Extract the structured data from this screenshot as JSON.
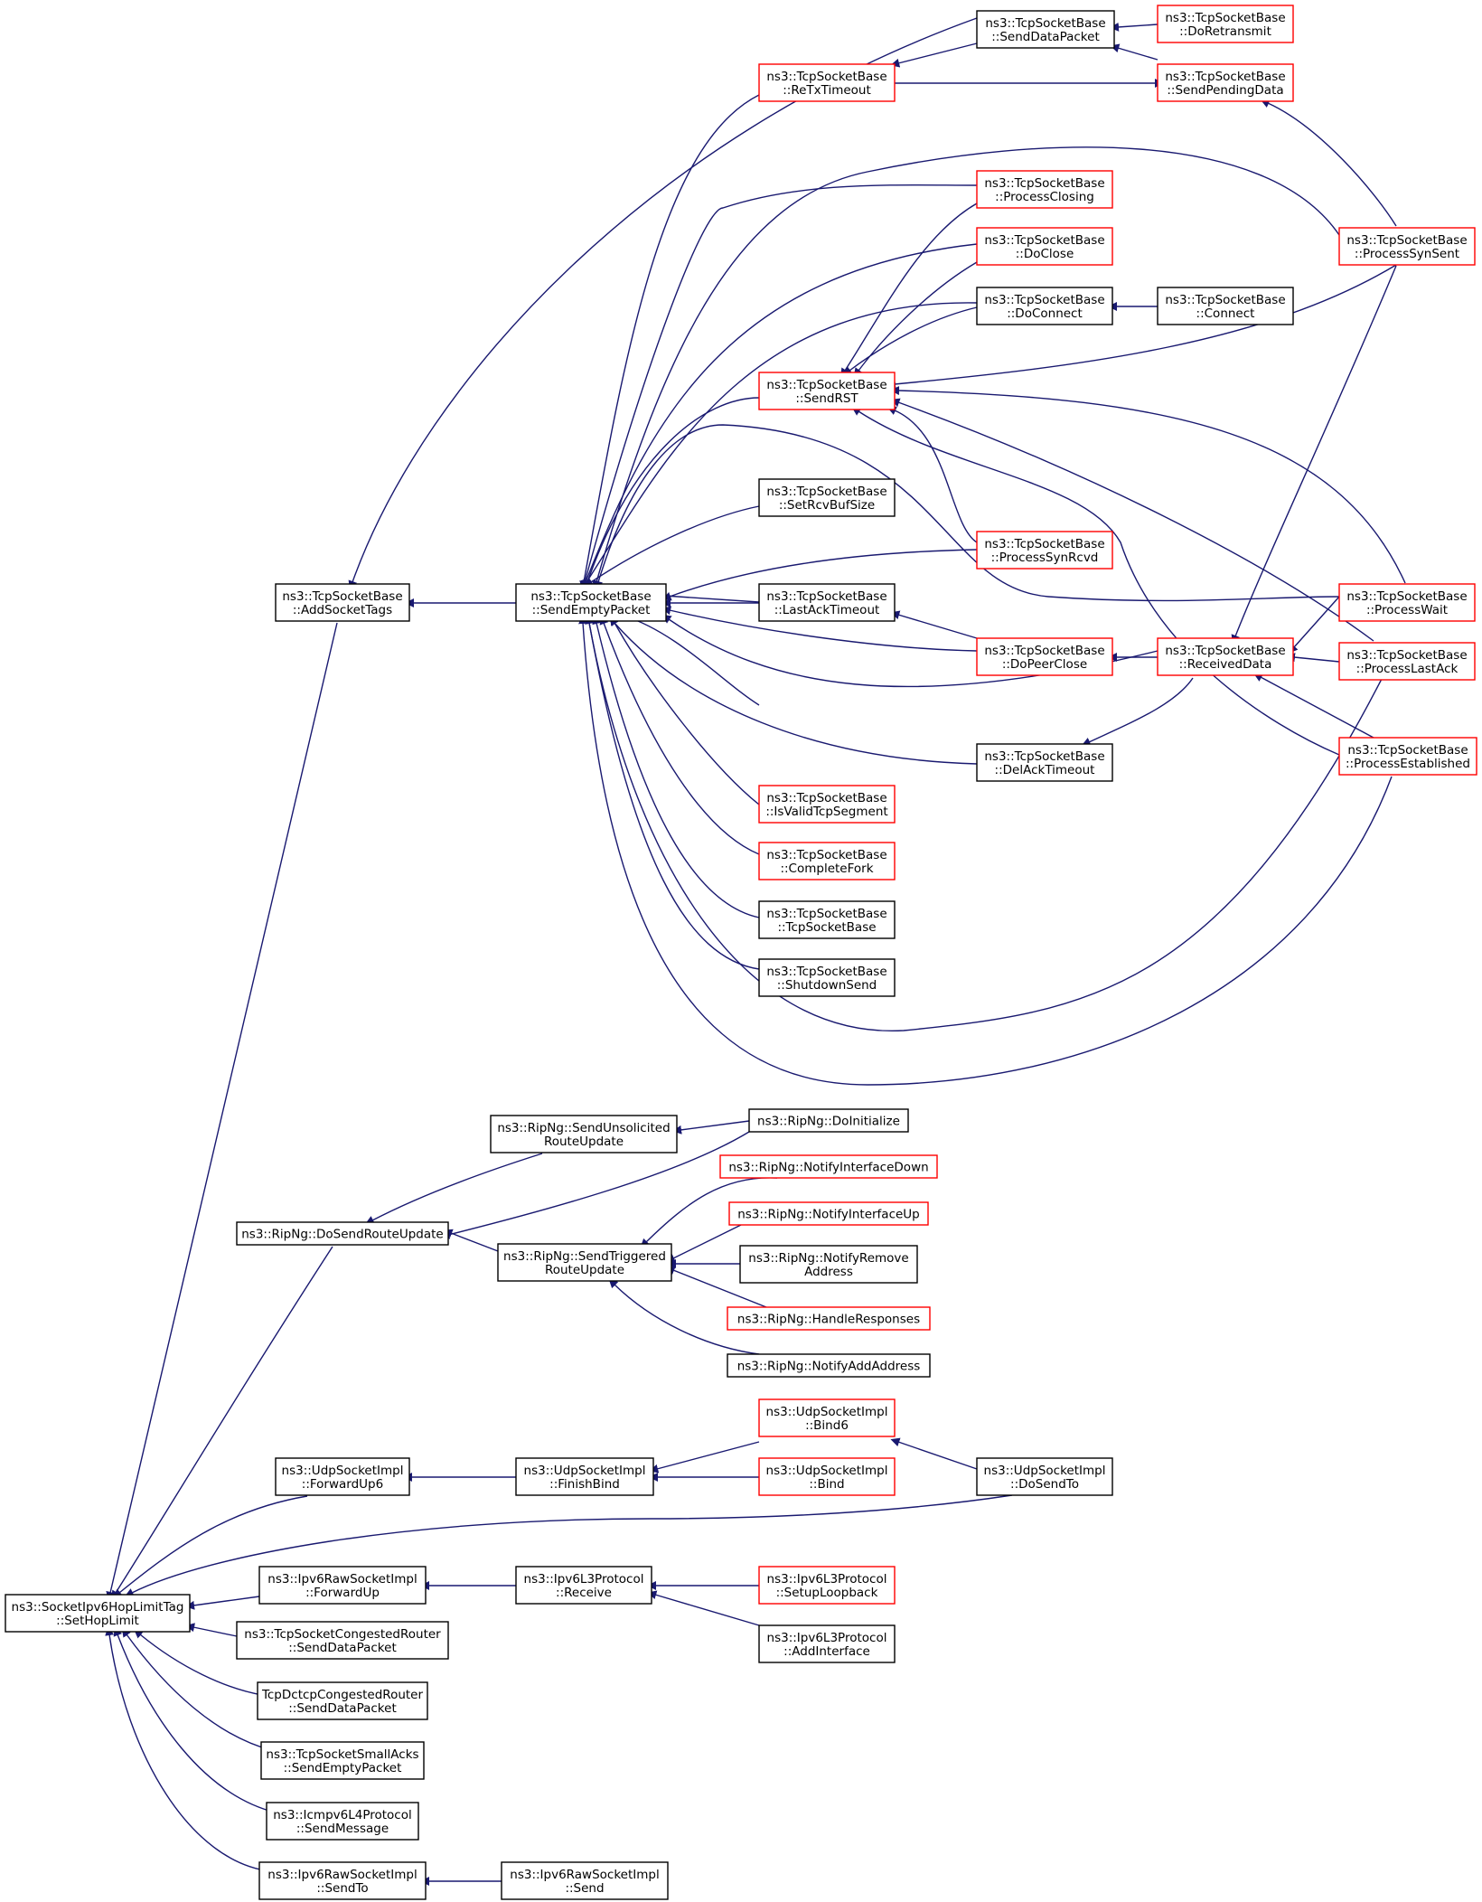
{
  "colors": {
    "edge": "#191970",
    "border_default": "#000000",
    "border_truncated": "#ff0000",
    "root_fill": "#bfbfbf",
    "text": "#000000",
    "background": "#ffffff"
  },
  "nodes": [
    {
      "id": "root",
      "lines": [
        "ns3::SocketIpv6HopLimitTag",
        "::SetHopLimit"
      ],
      "style": "root"
    },
    {
      "id": "addSocketTags",
      "lines": [
        "ns3::TcpSocketBase",
        "::AddSocketTags"
      ],
      "style": "default"
    },
    {
      "id": "ripDoSendRouteUpdate",
      "lines": [
        "ns3::RipNg::DoSendRouteUpdate"
      ],
      "style": "default"
    },
    {
      "id": "udpForwardUp6",
      "lines": [
        "ns3::UdpSocketImpl",
        "::ForwardUp6"
      ],
      "style": "default"
    },
    {
      "id": "ipv6RawForwardUp",
      "lines": [
        "ns3::Ipv6RawSocketImpl",
        "::ForwardUp"
      ],
      "style": "default"
    },
    {
      "id": "tcpCongestedRouterSend",
      "lines": [
        "ns3::TcpSocketCongestedRouter",
        "::SendDataPacket"
      ],
      "style": "default"
    },
    {
      "id": "tcpDctcpSend",
      "lines": [
        "TcpDctcpCongestedRouter",
        "::SendDataPacket"
      ],
      "style": "default"
    },
    {
      "id": "tcpSmallAcks",
      "lines": [
        "ns3::TcpSocketSmallAcks",
        "::SendEmptyPacket"
      ],
      "style": "default"
    },
    {
      "id": "icmpv6SendMessage",
      "lines": [
        "ns3::Icmpv6L4Protocol",
        "::SendMessage"
      ],
      "style": "default"
    },
    {
      "id": "ipv6RawSendTo",
      "lines": [
        "ns3::Ipv6RawSocketImpl",
        "::SendTo"
      ],
      "style": "default"
    },
    {
      "id": "sendEmptyPacket",
      "lines": [
        "ns3::TcpSocketBase",
        "::SendEmptyPacket"
      ],
      "style": "default"
    },
    {
      "id": "ripSendUnsolicited",
      "lines": [
        "ns3::RipNg::SendUnsolicited",
        "RouteUpdate"
      ],
      "style": "default"
    },
    {
      "id": "ripSendTriggered",
      "lines": [
        "ns3::RipNg::SendTriggered",
        "RouteUpdate"
      ],
      "style": "default"
    },
    {
      "id": "udpFinishBind",
      "lines": [
        "ns3::UdpSocketImpl",
        "::FinishBind"
      ],
      "style": "default"
    },
    {
      "id": "ipv6L3Receive",
      "lines": [
        "ns3::Ipv6L3Protocol",
        "::Receive"
      ],
      "style": "default"
    },
    {
      "id": "ipv6RawSend",
      "lines": [
        "ns3::Ipv6RawSocketImpl",
        "::Send"
      ],
      "style": "default"
    },
    {
      "id": "reTxTimeout",
      "lines": [
        "ns3::TcpSocketBase",
        "::ReTxTimeout"
      ],
      "style": "truncated"
    },
    {
      "id": "sendRST",
      "lines": [
        "ns3::TcpSocketBase",
        "::SendRST"
      ],
      "style": "truncated"
    },
    {
      "id": "setRcvBufSize",
      "lines": [
        "ns3::TcpSocketBase",
        "::SetRcvBufSize"
      ],
      "style": "default"
    },
    {
      "id": "lastAckTimeout",
      "lines": [
        "ns3::TcpSocketBase",
        "::LastAckTimeout"
      ],
      "style": "default"
    },
    {
      "id": "isValidTcpSegment",
      "lines": [
        "ns3::TcpSocketBase",
        "::IsValidTcpSegment"
      ],
      "style": "truncated"
    },
    {
      "id": "completeFork",
      "lines": [
        "ns3::TcpSocketBase",
        "::CompleteFork"
      ],
      "style": "truncated"
    },
    {
      "id": "tcpSocketBaseCtor",
      "lines": [
        "ns3::TcpSocketBase",
        "::TcpSocketBase"
      ],
      "style": "default"
    },
    {
      "id": "shutdownSend",
      "lines": [
        "ns3::TcpSocketBase",
        "::ShutdownSend"
      ],
      "style": "default"
    },
    {
      "id": "ripDoInitialize",
      "lines": [
        "ns3::RipNg::DoInitialize"
      ],
      "style": "default"
    },
    {
      "id": "ripNotifyInterfaceDown",
      "lines": [
        "ns3::RipNg::NotifyInterfaceDown"
      ],
      "style": "truncated"
    },
    {
      "id": "ripNotifyInterfaceUp",
      "lines": [
        "ns3::RipNg::NotifyInterfaceUp"
      ],
      "style": "truncated"
    },
    {
      "id": "ripNotifyRemoveAddress",
      "lines": [
        "ns3::RipNg::NotifyRemove",
        "Address"
      ],
      "style": "default"
    },
    {
      "id": "ripHandleResponses",
      "lines": [
        "ns3::RipNg::HandleResponses"
      ],
      "style": "truncated"
    },
    {
      "id": "ripNotifyAddAddress",
      "lines": [
        "ns3::RipNg::NotifyAddAddress"
      ],
      "style": "default"
    },
    {
      "id": "udpBind6",
      "lines": [
        "ns3::UdpSocketImpl",
        "::Bind6"
      ],
      "style": "truncated"
    },
    {
      "id": "udpBind",
      "lines": [
        "ns3::UdpSocketImpl",
        "::Bind"
      ],
      "style": "truncated"
    },
    {
      "id": "ipv6L3SetupLoopback",
      "lines": [
        "ns3::Ipv6L3Protocol",
        "::SetupLoopback"
      ],
      "style": "truncated"
    },
    {
      "id": "ipv6L3AddInterface",
      "lines": [
        "ns3::Ipv6L3Protocol",
        "::AddInterface"
      ],
      "style": "default"
    },
    {
      "id": "sendDataPacket",
      "lines": [
        "ns3::TcpSocketBase",
        "::SendDataPacket"
      ],
      "style": "default"
    },
    {
      "id": "processClosing",
      "lines": [
        "ns3::TcpSocketBase",
        "::ProcessClosing"
      ],
      "style": "truncated"
    },
    {
      "id": "doClose",
      "lines": [
        "ns3::TcpSocketBase",
        "::DoClose"
      ],
      "style": "truncated"
    },
    {
      "id": "doConnect",
      "lines": [
        "ns3::TcpSocketBase",
        "::DoConnect"
      ],
      "style": "default"
    },
    {
      "id": "processSynRcvd",
      "lines": [
        "ns3::TcpSocketBase",
        "::ProcessSynRcvd"
      ],
      "style": "truncated"
    },
    {
      "id": "doPeerClose",
      "lines": [
        "ns3::TcpSocketBase",
        "::DoPeerClose"
      ],
      "style": "truncated"
    },
    {
      "id": "delAckTimeout",
      "lines": [
        "ns3::TcpSocketBase",
        "::DelAckTimeout"
      ],
      "style": "default"
    },
    {
      "id": "udpDoSendTo",
      "lines": [
        "ns3::UdpSocketImpl",
        "::DoSendTo"
      ],
      "style": "default"
    },
    {
      "id": "doRetransmit",
      "lines": [
        "ns3::TcpSocketBase",
        "::DoRetransmit"
      ],
      "style": "truncated"
    },
    {
      "id": "sendPendingData",
      "lines": [
        "ns3::TcpSocketBase",
        "::SendPendingData"
      ],
      "style": "truncated"
    },
    {
      "id": "connect",
      "lines": [
        "ns3::TcpSocketBase",
        "::Connect"
      ],
      "style": "default"
    },
    {
      "id": "receivedData",
      "lines": [
        "ns3::TcpSocketBase",
        "::ReceivedData"
      ],
      "style": "truncated"
    },
    {
      "id": "processSynSent",
      "lines": [
        "ns3::TcpSocketBase",
        "::ProcessSynSent"
      ],
      "style": "truncated"
    },
    {
      "id": "processWait",
      "lines": [
        "ns3::TcpSocketBase",
        "::ProcessWait"
      ],
      "style": "truncated"
    },
    {
      "id": "processLastAck",
      "lines": [
        "ns3::TcpSocketBase",
        "::ProcessLastAck"
      ],
      "style": "truncated"
    },
    {
      "id": "processEstablished",
      "lines": [
        "ns3::TcpSocketBase",
        "::ProcessEstablished"
      ],
      "style": "truncated"
    }
  ]
}
